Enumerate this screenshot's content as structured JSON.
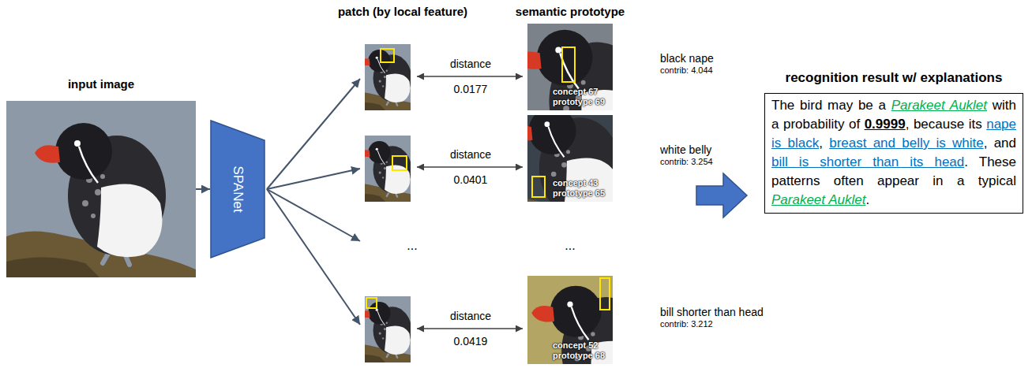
{
  "diagram": {
    "nodes": [
      {
        "text": [
          "input image"
        ]
      },
      {
        "text": [
          "SPANet"
        ]
      },
      {
        "text": [
          "concept 67 prototype 69"
        ]
      },
      {
        "text": [
          "concept 43 prototype 65"
        ]
      },
      {
        "text": [
          "concept 52 prototype 68"
        ]
      },
      {
        "text": [
          "recognition result w/ explanations",
          "The bird may be a ",
          "Parakeet Auklet",
          " with a probability of ",
          "0.9999",
          ", because its ",
          "nape is black",
          ", ",
          "breast and belly is white",
          ", and ",
          "bill is shorter than its head",
          ". These patterns often appear in a typical ",
          "Parakeet Auklet",
          "."
        ]
      }
    ],
    "edges": [
      {
        "from": 0,
        "to": 1,
        "arrow": "to"
      }
    ],
    "labels": [
      "patch (by local feature)",
      "semantic prototype",
      "distance 0.0177",
      "black nape",
      "contrib: 4.044",
      "distance 0.0401",
      "white belly",
      "contrib: 3.254",
      "...",
      "...",
      "distance 0.0419",
      "bill shorter than head",
      "contrib: 3.212"
    ]
  }
}
